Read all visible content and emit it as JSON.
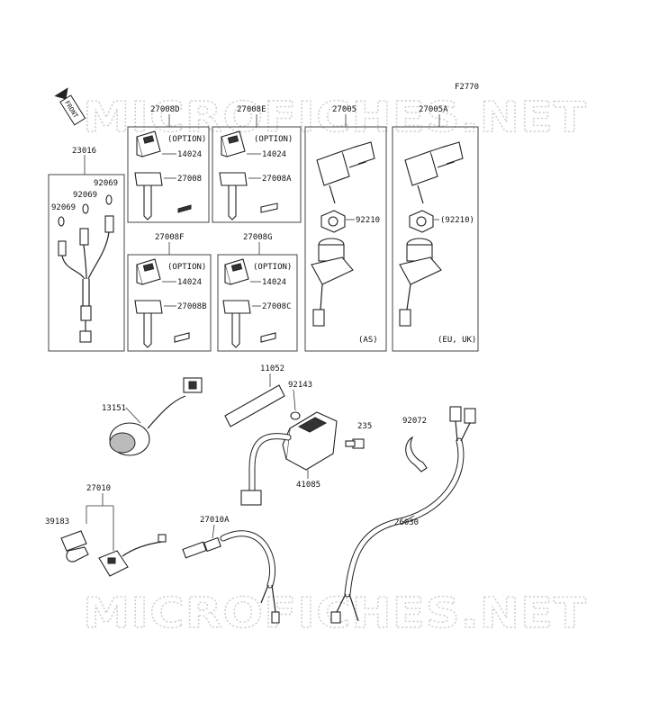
{
  "figure_code": "F2770",
  "front_label": "FRONT",
  "watermark": "MICROFICHES.NET",
  "labels": {
    "p23016": "23016",
    "p92069a": "92069",
    "p92069b": "92069",
    "p92069c": "92069",
    "p27008D": "27008D",
    "p27008E": "27008E",
    "p27005": "27005",
    "p27005A": "27005A",
    "option1": "(OPTION)",
    "option2": "(OPTION)",
    "option3": "(OPTION)",
    "option4": "(OPTION)",
    "p14024a": "14024",
    "p14024b": "14024",
    "p14024c": "14024",
    "p14024d": "14024",
    "p27008": "27008",
    "p27008A": "27008A",
    "p27008B": "27008B",
    "p27008C": "27008C",
    "p27008F": "27008F",
    "p27008G": "27008G",
    "p92210": "92210",
    "p92210b": "(92210)",
    "as": "(AS)",
    "euuk": "(EU, UK)",
    "p11052": "11052",
    "p92143": "92143",
    "p235": "235",
    "p41085": "41085",
    "p13151": "13151",
    "p92072": "92072",
    "p26030": "26030",
    "p27010": "27010",
    "p39183": "39183",
    "p27010A": "27010A"
  }
}
